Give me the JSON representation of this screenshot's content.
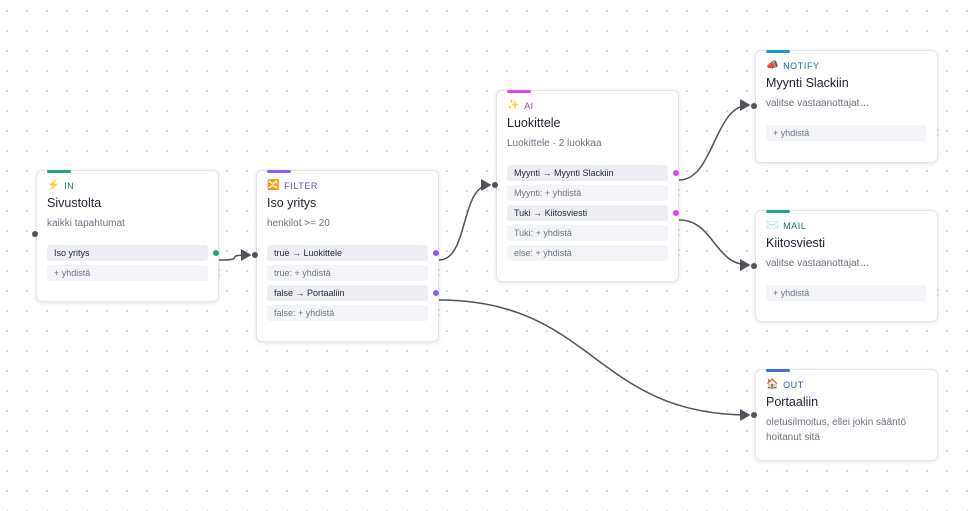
{
  "nodes": {
    "in": {
      "tag": "IN",
      "tag_icon": "lightning-icon",
      "tag_glyph": "⚡",
      "title": "Sivustolta",
      "subtitle": "kaikki tapahtumat",
      "rows": [
        "Iso yritys",
        "+ yhdistä"
      ],
      "accent": "#1fa37a"
    },
    "filter": {
      "tag": "FILTER",
      "tag_icon": "shuffle-icon",
      "tag_glyph": "🔀",
      "title": "Iso yritys",
      "subtitle": "henkilot >= 20",
      "rows": [
        "true → Luokittele",
        "true: + yhdistä",
        "false → Portaaliin",
        "false: + yhdistä"
      ],
      "accent": "#8b5cf6"
    },
    "ai": {
      "tag": "AI",
      "tag_icon": "sparkles-icon",
      "tag_glyph": "✨",
      "title": "Luokittele",
      "subtitle": "Luokittele · 2 luokkaa",
      "rows": [
        "Myynti → Myynti Slackiin",
        "Myynti: + yhdistä",
        "Tuki → Kiitosviesti",
        "Tuki: + yhdistä",
        "else: + yhdistä"
      ],
      "accent": "#d946ef"
    },
    "notify": {
      "tag": "NOTIFY",
      "tag_icon": "megaphone-icon",
      "tag_glyph": "📣",
      "title": "Myynti Slackiin",
      "subtitle": "valitse vastaanottajat…",
      "rows": [
        "+ yhdistä"
      ],
      "accent": "#1a9cc4"
    },
    "mail": {
      "tag": "MAIL",
      "tag_icon": "envelope-icon",
      "tag_glyph": "✉️",
      "title": "Kiitosviesti",
      "subtitle": "valitse vastaanottajat…",
      "rows": [
        "+ yhdistä"
      ],
      "accent": "#1fa39b"
    },
    "out": {
      "tag": "OUT",
      "tag_icon": "house-icon",
      "tag_glyph": "🏠",
      "title": "Portaaliin",
      "subtitle": "oletusilmoitus, ellei jokin sääntö hoitanut sitä",
      "rows": [],
      "accent": "#3b6fe0"
    }
  },
  "colors": {
    "edge": "#50535b",
    "port_green": "#1fa37a",
    "port_purple": "#8b5cf6",
    "port_magenta": "#d946ef"
  }
}
